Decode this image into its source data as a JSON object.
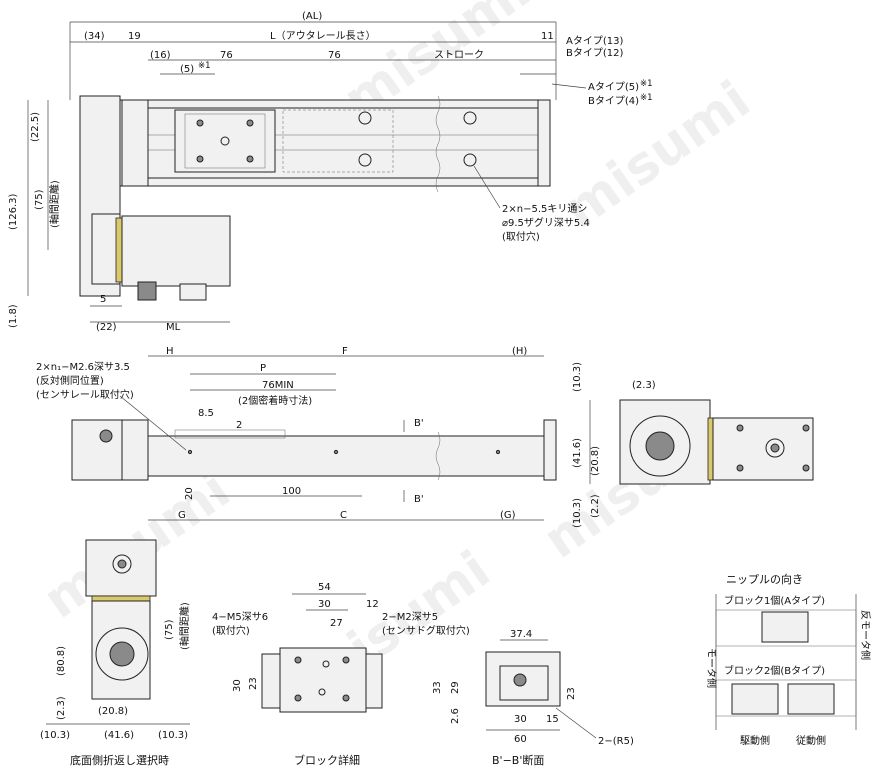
{
  "watermark": "misumi",
  "top_view": {
    "al": "(AL)",
    "l_label": "L（アウタレール長さ）",
    "d34": "(34)",
    "d19": "19",
    "d11": "11",
    "a_type_13": "Aタイプ(13)",
    "b_type_12": "Bタイプ(12)",
    "d16": "(16)",
    "d5": "(5)",
    "note1": "※1",
    "d76a": "76",
    "d76b": "76",
    "stroke": "ストローク",
    "a_type_5": "Aタイプ(5)",
    "b_type_4": "Bタイプ(4)",
    "note1b": "※1",
    "note1c": "※1",
    "d22_5": "(22.5)",
    "d126_3": "(126.3)",
    "d75": "(75)",
    "axis_dist": "(軸間距離)",
    "hole1": "2×n−5.5キリ通シ",
    "hole2": "⌀9.5ザグリ深サ5.4",
    "hole3": "(取付穴)",
    "d5b": "5",
    "d22": "(22)",
    "ml": "ML",
    "d1_8": "(1.8)"
  },
  "side_view": {
    "h": "H",
    "f": "F",
    "h2": "(H)",
    "p": "P",
    "tap1": "2×n₁−M2.6深サ3.5",
    "tap2": "(反対側同位置)",
    "tap3": "(センサレール取付穴)",
    "min76": "76MIN",
    "min_note": "(2個密着時寸法)",
    "d8_5": "8.5",
    "d2": "2",
    "b1": "B'",
    "b2": "B'",
    "d20": "20",
    "d100": "100",
    "g": "G",
    "c": "C",
    "g2": "(G)"
  },
  "end_view": {
    "d10_3a": "(10.3)",
    "d2_3": "(2.3)",
    "d41_6": "(41.6)",
    "d20_8": "(20.8)",
    "d10_3b": "(10.3)",
    "d2_2": "(2.2)"
  },
  "fold_view": {
    "d75": "(75)",
    "axis_dist": "(軸間距離)",
    "d80_8": "(80.8)",
    "d2_3": "(2.3)",
    "d20_8": "(20.8)",
    "d10_3a": "(10.3)",
    "d41_6": "(41.6)",
    "d10_3b": "(10.3)",
    "caption": "底面側折返し選択時"
  },
  "block_detail": {
    "d54": "54",
    "d30": "30",
    "d12": "12",
    "d27": "27",
    "m5a": "4−M5深サ6",
    "m5b": "(取付穴)",
    "m2a": "2−M2深サ5",
    "m2b": "(センサドグ取付穴)",
    "d30v": "30",
    "d23": "23",
    "caption": "ブロック詳細"
  },
  "section_view": {
    "d37_4": "37.4",
    "d33": "33",
    "d29": "29",
    "d23": "23",
    "d2_6": "2.6",
    "d30": "30",
    "d15": "15",
    "d60": "60",
    "r5": "2−(R5)",
    "caption": "B'−B'断面"
  },
  "nipple": {
    "title": "ニップルの向き",
    "one": "ブロック1個(Aタイプ)",
    "two": "ブロック2個(Bタイプ)",
    "motor_side": "モータ側",
    "opp_side": "反モータ側",
    "drive": "駆動側",
    "driven": "従動側"
  }
}
